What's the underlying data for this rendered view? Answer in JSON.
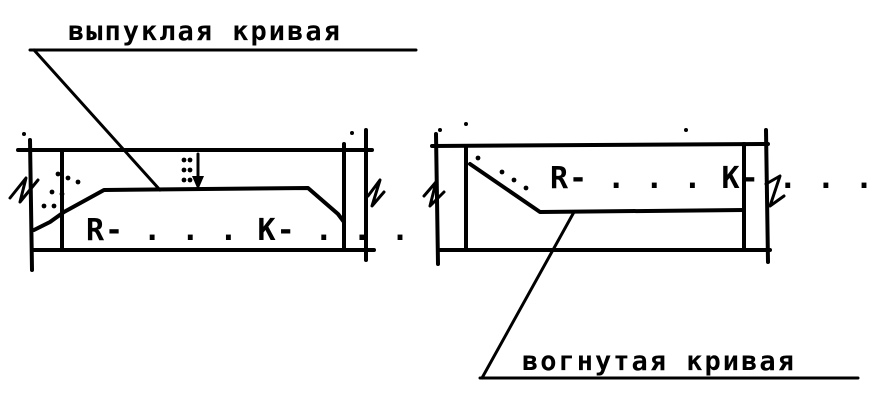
{
  "convex": {
    "caption": "выпуклая кривая",
    "inner_text": "R- . . . K- . . ."
  },
  "concave": {
    "caption": "вогнутая кривая",
    "inner_text": "R- . . . K- . . ."
  }
}
